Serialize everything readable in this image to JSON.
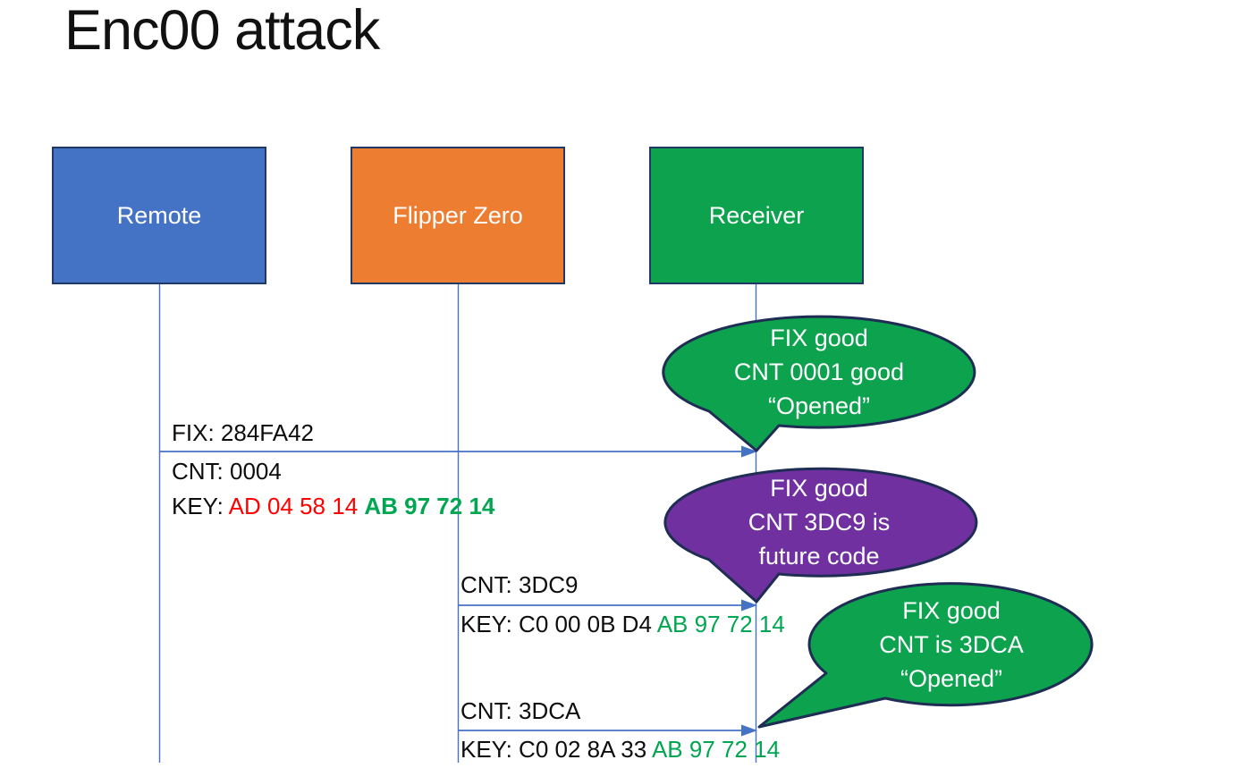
{
  "title": "Enc00 attack",
  "colors": {
    "title_text": "#111111",
    "text_black": "#0d0d0d",
    "remote_fill": "#4472C4",
    "flipper_fill": "#ED7D31",
    "receiver_fill": "#0CA24E",
    "callout_green": "#0CA24E",
    "callout_purple": "#7030A0",
    "shape_border": "#1F3864",
    "callout_border": "#1F2D54",
    "line_blue": "#4472C4",
    "key_red": "#FF0000",
    "key_green": "#00A650"
  },
  "actors": [
    {
      "label": "Remote"
    },
    {
      "label": "Flipper Zero"
    },
    {
      "label": "Receiver"
    }
  ],
  "messages": [
    {
      "line_above": "FIX: 284FA42",
      "line_below": "CNT: 0004",
      "key_prefix": "KEY: ",
      "key_changed": "AD 04 58 14 ",
      "key_fixed": "AB 97 72 14"
    },
    {
      "line_above": "CNT: 3DC9",
      "key_prefix": "KEY: C0 00 0B D4 ",
      "key_fixed": "AB 97 72 14"
    },
    {
      "line_above": "CNT: 3DCA",
      "key_prefix": "KEY: C0 02 8A 33 ",
      "key_fixed": "AB 97 72 14"
    }
  ],
  "callouts": [
    {
      "lines": [
        "FIX good",
        "CNT 0001 good",
        "“Opened”"
      ]
    },
    {
      "lines": [
        "FIX good",
        "CNT 3DC9 is",
        "future code"
      ]
    },
    {
      "lines": [
        "FIX good",
        "CNT is 3DCA",
        "“Opened”"
      ]
    }
  ]
}
